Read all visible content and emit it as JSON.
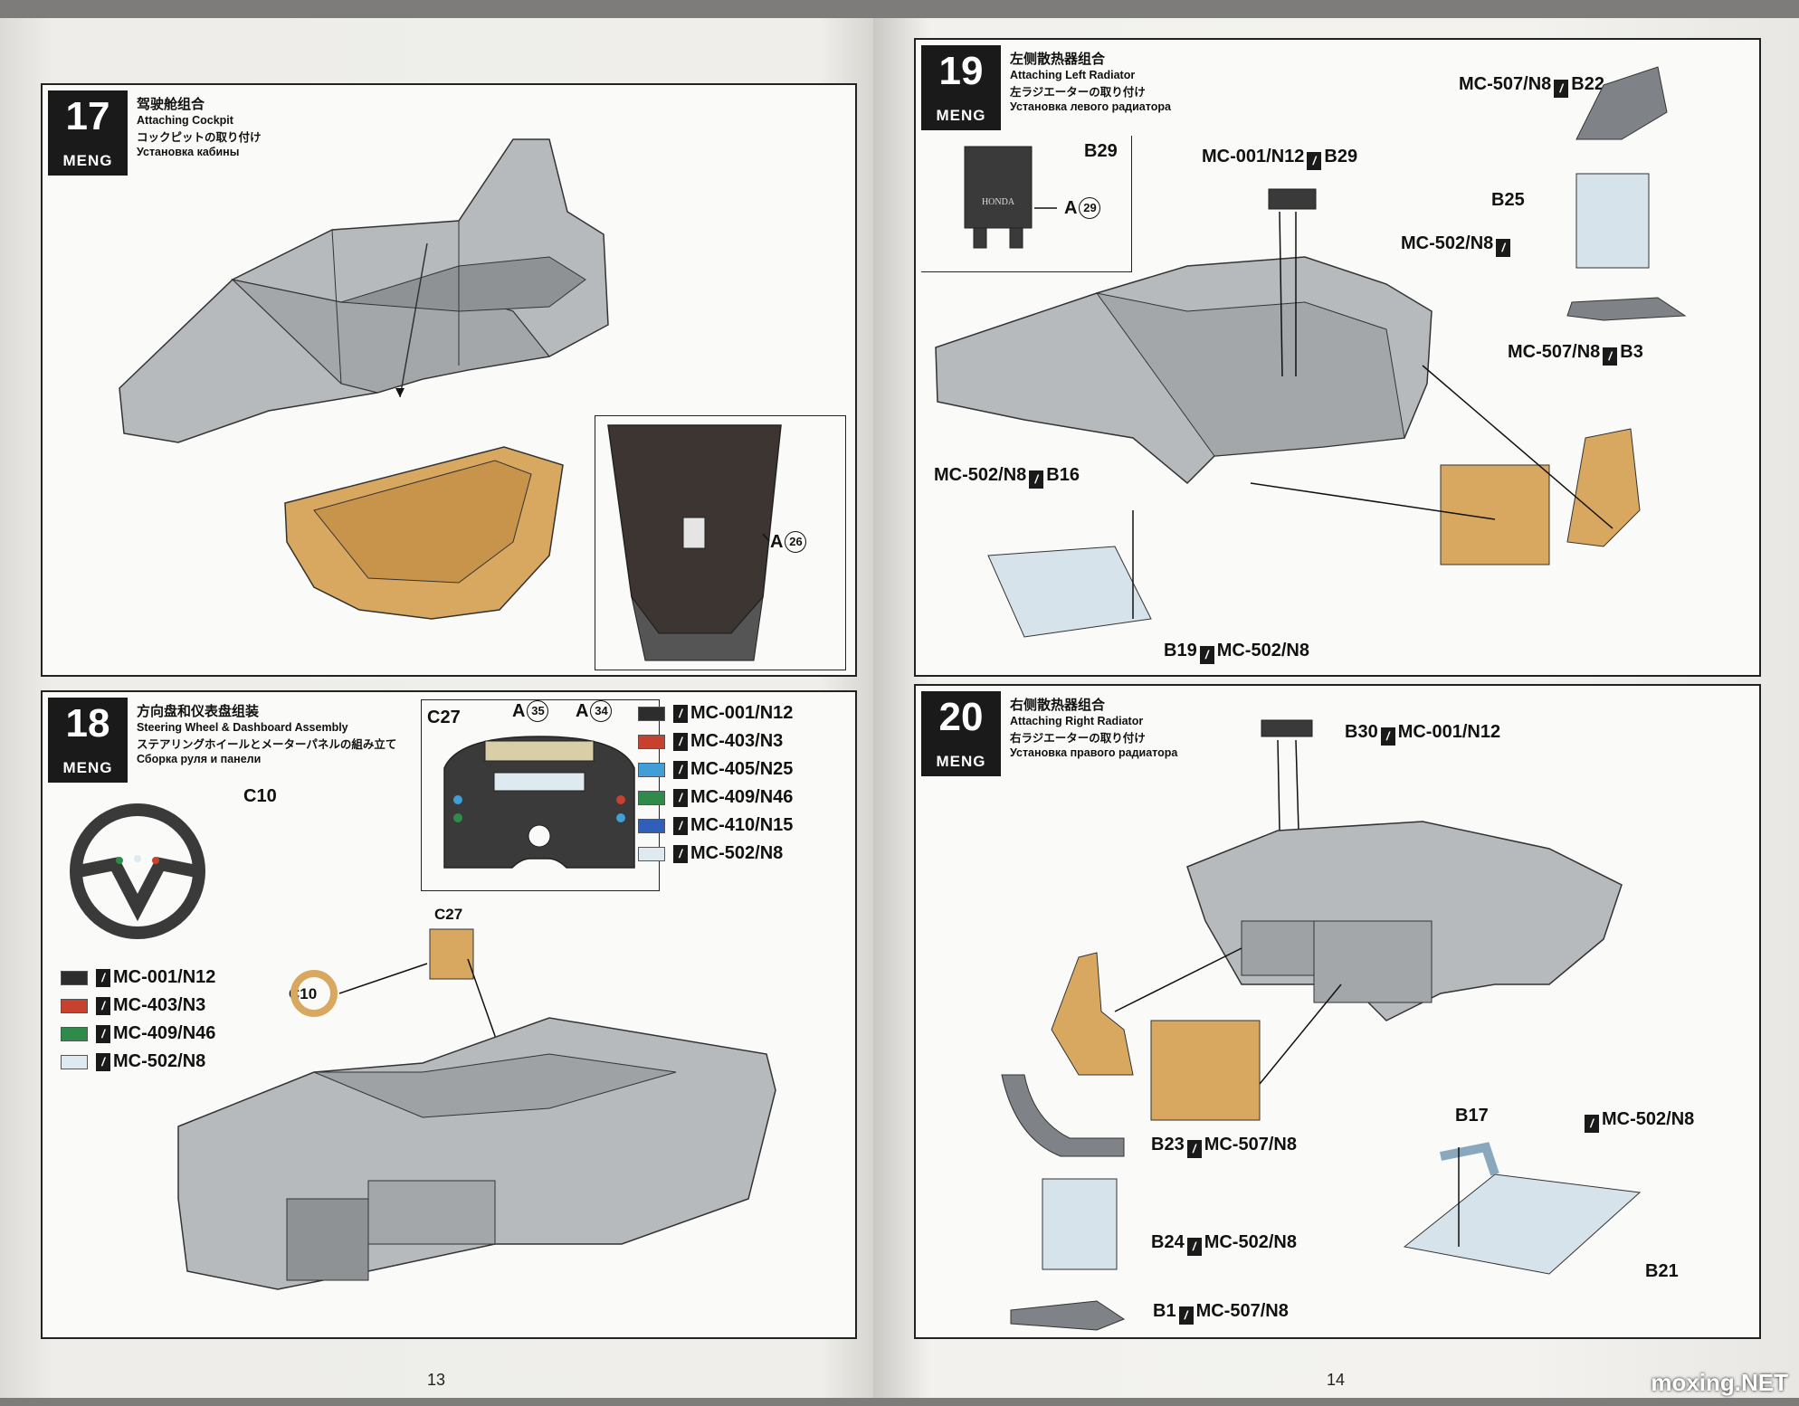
{
  "colors": {
    "grey_part": "#b9bcbf",
    "tan_part": "#d9a860",
    "dark_part": "#3a3a3a",
    "light_blue": "#d6e3ea"
  },
  "steps": [
    {
      "number": "17",
      "brand": "MENG",
      "title_zh": "驾驶舱组合",
      "title_en": "Attaching Cockpit",
      "title_ja": "コックピットの取り付け",
      "title_ru": "Установка кабины",
      "labels": {
        "part": "A",
        "part_num": "26"
      }
    },
    {
      "number": "18",
      "brand": "MENG",
      "title_zh": "方向盘和仪表盘组装",
      "title_en": "Steering Wheel & Dashboard Assembly",
      "title_ja": "ステアリングホイールとメーターパネルの組み立て",
      "title_ru": "Сборка руля и панели",
      "labels": {
        "c27": "C27",
        "c10": "C10",
        "a35": "35",
        "a34": "34",
        "a": "A"
      },
      "paints_top": [
        {
          "code": "MC-001/N12",
          "color": "#2d2d2d"
        },
        {
          "code": "MC-403/N3",
          "color": "#c8412f"
        },
        {
          "code": "MC-405/N25",
          "color": "#3f9fd6"
        },
        {
          "code": "MC-409/N46",
          "color": "#2f8b4a"
        },
        {
          "code": "MC-410/N15",
          "color": "#2f5fb8"
        },
        {
          "code": "MC-502/N8",
          "color": "#dfeaf0"
        }
      ],
      "paints_left": [
        {
          "code": "MC-001/N12",
          "color": "#2d2d2d"
        },
        {
          "code": "MC-403/N3",
          "color": "#c8412f"
        },
        {
          "code": "MC-409/N46",
          "color": "#2f8b4a"
        },
        {
          "code": "MC-502/N8",
          "color": "#dfeaf0"
        }
      ]
    },
    {
      "number": "19",
      "brand": "MENG",
      "title_zh": "左侧散热器组合",
      "title_en": "Attaching Left Radiator",
      "title_ja": "左ラジエーターの取り付け",
      "title_ru": "Установка левого радиатора",
      "labels": {
        "b29": "B29",
        "honda": "HONDA",
        "a": "A",
        "a_num": "29",
        "b22": "B22",
        "mc507": "MC-507/N8",
        "mc001": "MC-001/N12",
        "b25": "B25",
        "mc502": "MC-502/N8",
        "b3": "B3",
        "b16": "B16",
        "b19": "B19"
      }
    },
    {
      "number": "20",
      "brand": "MENG",
      "title_zh": "右侧散热器组合",
      "title_en": "Attaching Right Radiator",
      "title_ja": "右ラジエーターの取り付け",
      "title_ru": "Установка правого радиатора",
      "labels": {
        "b30": "B30",
        "mc001": "MC-001/N12",
        "b17": "B17",
        "mc502": "MC-502/N8",
        "b23": "B23",
        "mc507": "MC-507/N8",
        "b24": "B24",
        "b21": "B21",
        "b1": "B1"
      }
    }
  ],
  "page_numbers": {
    "left": "13",
    "right": "14"
  },
  "watermark": "moxing.NET"
}
